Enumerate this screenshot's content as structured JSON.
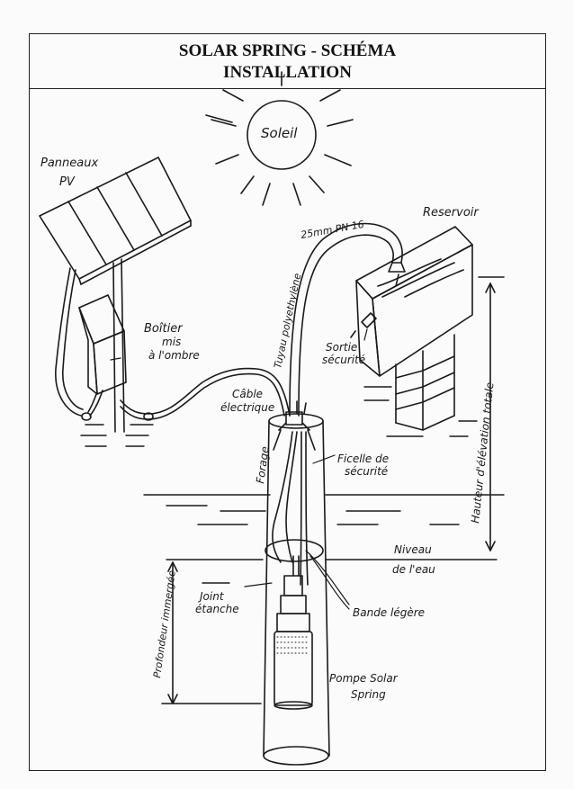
{
  "title": {
    "line1": "SOLAR SPRING - SCHÉMA",
    "line2": "INSTALLATION"
  },
  "labels": {
    "soleil": "Soleil",
    "panneaux_1": "Panneaux",
    "panneaux_2": "PV",
    "reservoir": "Reservoir",
    "tuyau_spec": "25mm PN 16",
    "tuyau": "Tuyau polyethylène",
    "boitier_1": "Boîtier",
    "boitier_2": "mis",
    "boitier_3": "à l'ombre",
    "sortie_1": "Sortie",
    "sortie_2": "sécurité",
    "cable_1": "Câble",
    "cable_2": "électrique",
    "forage": "Forage",
    "ficelle_1": "Ficelle de",
    "ficelle_2": "sécurité",
    "hauteur": "Hauteur d'élévation totale",
    "niveau_1": "Niveau",
    "niveau_2": "de l'eau",
    "profondeur": "Profondeur immergée",
    "joint_1": "Joint",
    "joint_2": "étanche",
    "bande": "Bande légère",
    "pompe_1": "Pompe Solar",
    "pompe_2": "Spring"
  }
}
